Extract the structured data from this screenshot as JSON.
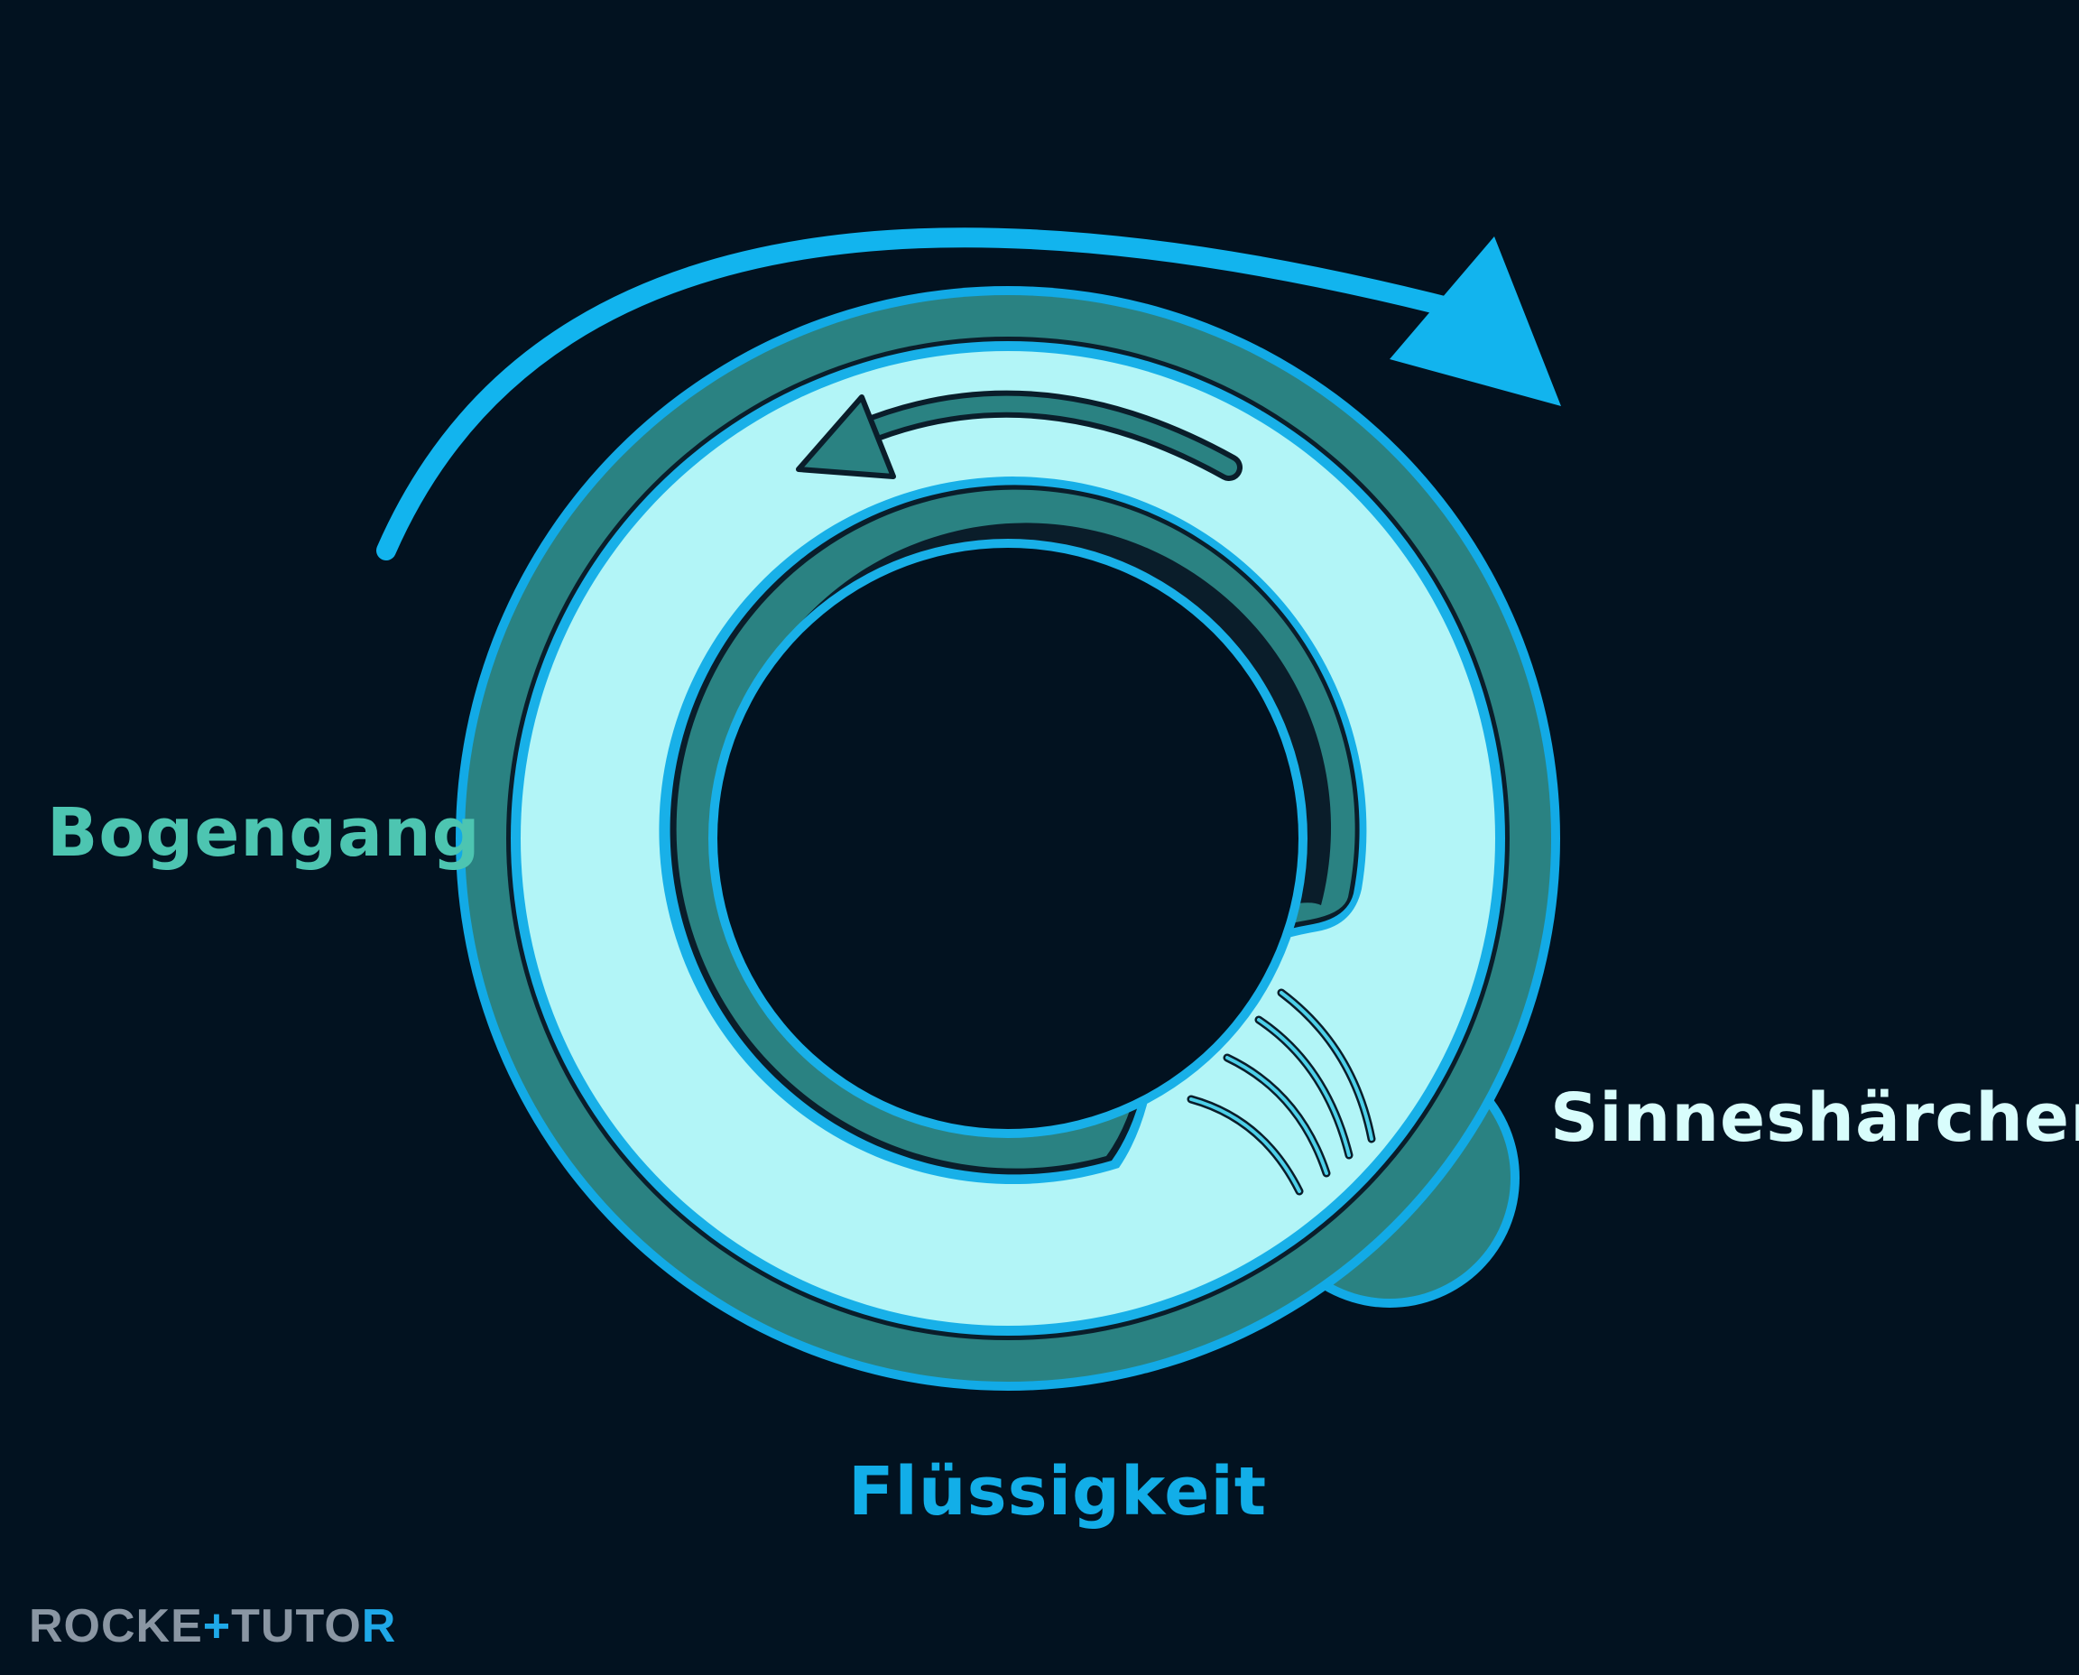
{
  "labels": {
    "canal": "Bogengang",
    "hairs": "Sinneshärchen",
    "fluid": "Flüssigkeit"
  },
  "logo": {
    "text_part1": "ROCKE",
    "accent_glyph": "+",
    "text_part2": "TUTO",
    "text_part3": "R"
  },
  "colors": {
    "background": "#021220",
    "rotation_arrow": "#12b4ee",
    "canal_outer": "#2a8282",
    "fluid": "#b2f5f7",
    "outline_blue": "#12aae6",
    "label_canal": "#4dc5b1",
    "label_hairs": "#d8fdfc",
    "label_fluid": "#12aee8",
    "logo_gray": "#8a96a3",
    "logo_accent": "#1fa9e8"
  },
  "icons": {
    "rotation": "curved-arrow-clockwise-icon",
    "fluid_flow": "curved-arrow-counterclockwise-icon"
  }
}
